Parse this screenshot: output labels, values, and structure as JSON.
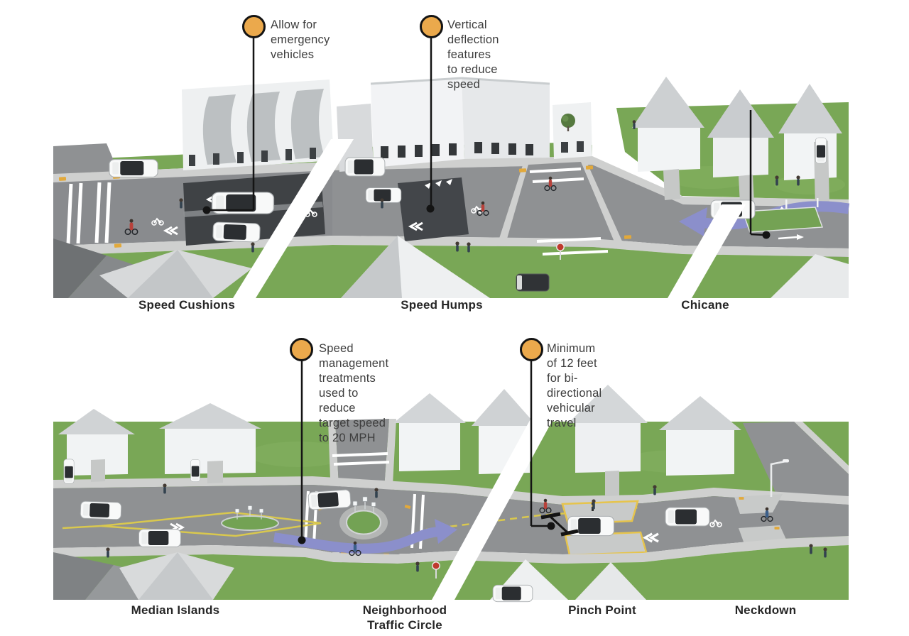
{
  "diagram": {
    "top_panel": {
      "callouts": [
        {
          "id": "emergency-vehicles",
          "text": "Allow for\nemergency\nvehicles"
        },
        {
          "id": "vertical-deflection",
          "text": "Vertical deflection\nfeatures to reduce\nspeed"
        }
      ],
      "labels": [
        "Speed Cushions",
        "Speed Humps",
        "Chicane"
      ]
    },
    "bottom_panel": {
      "callouts": [
        {
          "id": "speed-management",
          "text": "Speed management\ntreatments used to\nreduce target speed\nto 20 MPH"
        },
        {
          "id": "min-width",
          "text": "Minimum of 12 feet\nfor bi-directional\nvehicular travel"
        }
      ],
      "labels": [
        "Median Islands",
        "Neighborhood\nTraffic Circle",
        "Pinch Point",
        "Neckdown"
      ]
    },
    "colors": {
      "callout_marker": "#EBA94C",
      "marker_outline": "#141414",
      "leader_line": "#141414",
      "travel_arrow": "#8B8FCB",
      "grass": "#79A756",
      "road": "#8F9193",
      "label_text": "#262626"
    }
  }
}
